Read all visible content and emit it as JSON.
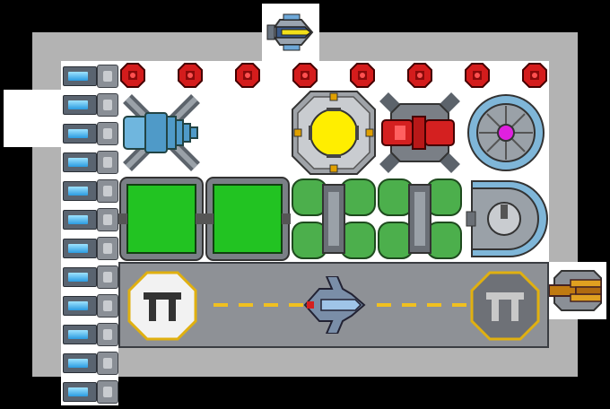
{
  "map": {
    "modules": {
      "battery_count": 12,
      "sensor_count": 8,
      "green_pads": 2,
      "landing_pads": 2
    },
    "icons": {
      "top_ship": "fighter-icon",
      "right_turret": "railgun-icon",
      "center_reactor": "reactor-core-icon",
      "left_thruster": "thruster-icon",
      "red_engine": "red-engine-icon",
      "shield_generator": "shield-generator-icon",
      "radar": "radar-dish-icon",
      "runway_ship": "fighter-icon",
      "landing_pad": "landing-pad-icon",
      "sensor": "sensor-node-icon",
      "battery": "battery-icon",
      "fuel_tank": "fuel-tank-icon",
      "green_pad": "green-pad-icon"
    },
    "colors": {
      "hull": "#b3b3b3",
      "floor": "#ffffff",
      "space": "#000000",
      "reactor": "#ffee00",
      "shield_core": "#e020e0",
      "green_pad": "#22c322",
      "runway_line": "#f0c020"
    }
  }
}
